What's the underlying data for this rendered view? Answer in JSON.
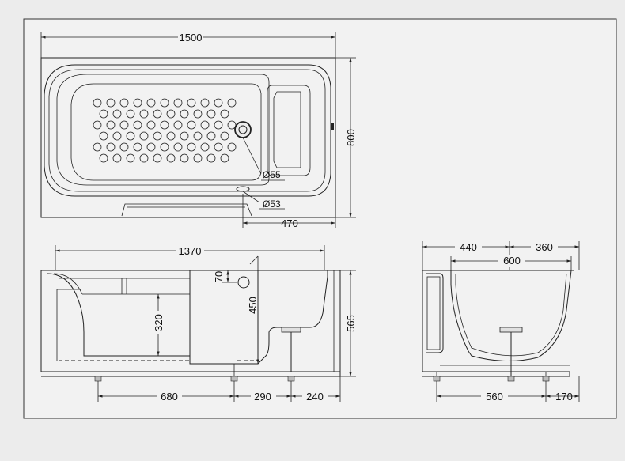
{
  "dims": {
    "top_length": "1500",
    "top_width": "800",
    "drain_dia": "Ø55",
    "overflow_dia": "Ø53",
    "drain_offset": "470",
    "side_inner_length": "1370",
    "overflow_height": "70",
    "depth_450": "450",
    "seat_320": "320",
    "overall_height": "565",
    "leg_680": "680",
    "leg_290": "290",
    "leg_240": "240",
    "end_440": "440",
    "end_360": "360",
    "end_600": "600",
    "end_560": "560",
    "end_170": "170"
  }
}
